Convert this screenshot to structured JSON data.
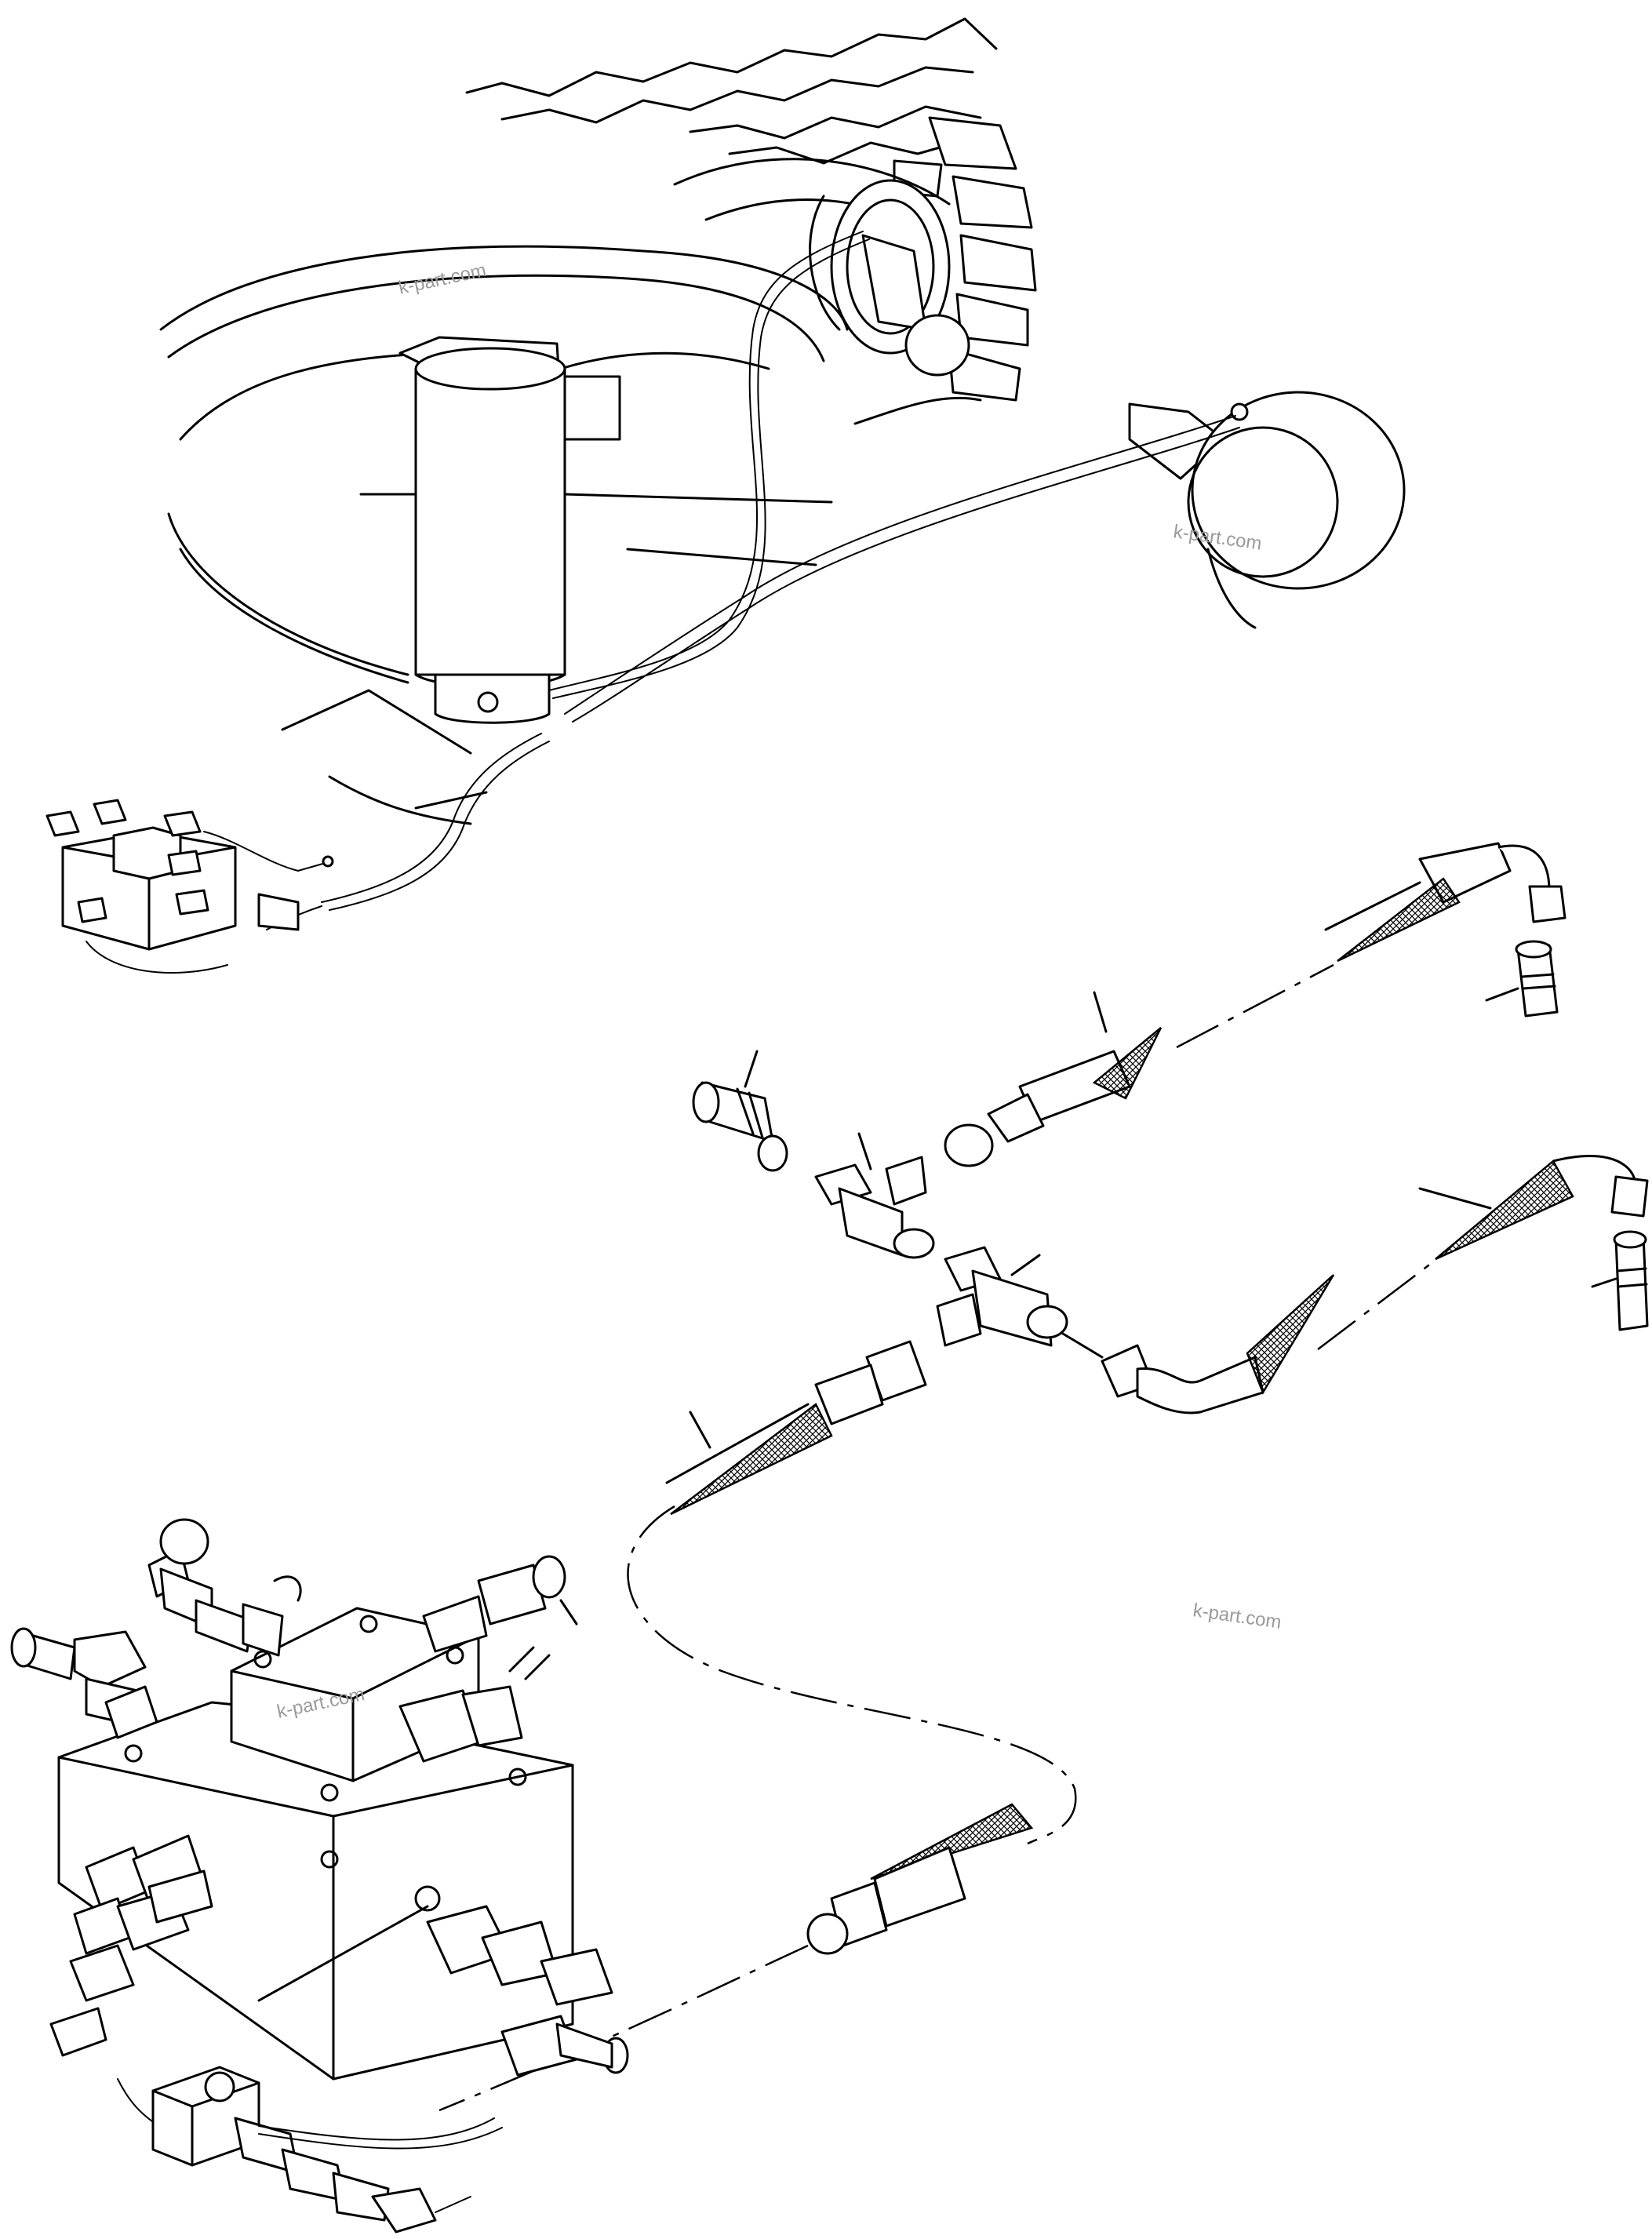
{
  "watermarks": [
    {
      "id": "wm1",
      "text": "k-part.com"
    },
    {
      "id": "wm2",
      "text": "k-part.com"
    },
    {
      "id": "wm3",
      "text": "k-part.com"
    },
    {
      "id": "wm4",
      "text": "k-part.com"
    }
  ],
  "colors": {
    "line": "#000000",
    "background": "#ffffff",
    "watermark": "#9a9a9a"
  }
}
